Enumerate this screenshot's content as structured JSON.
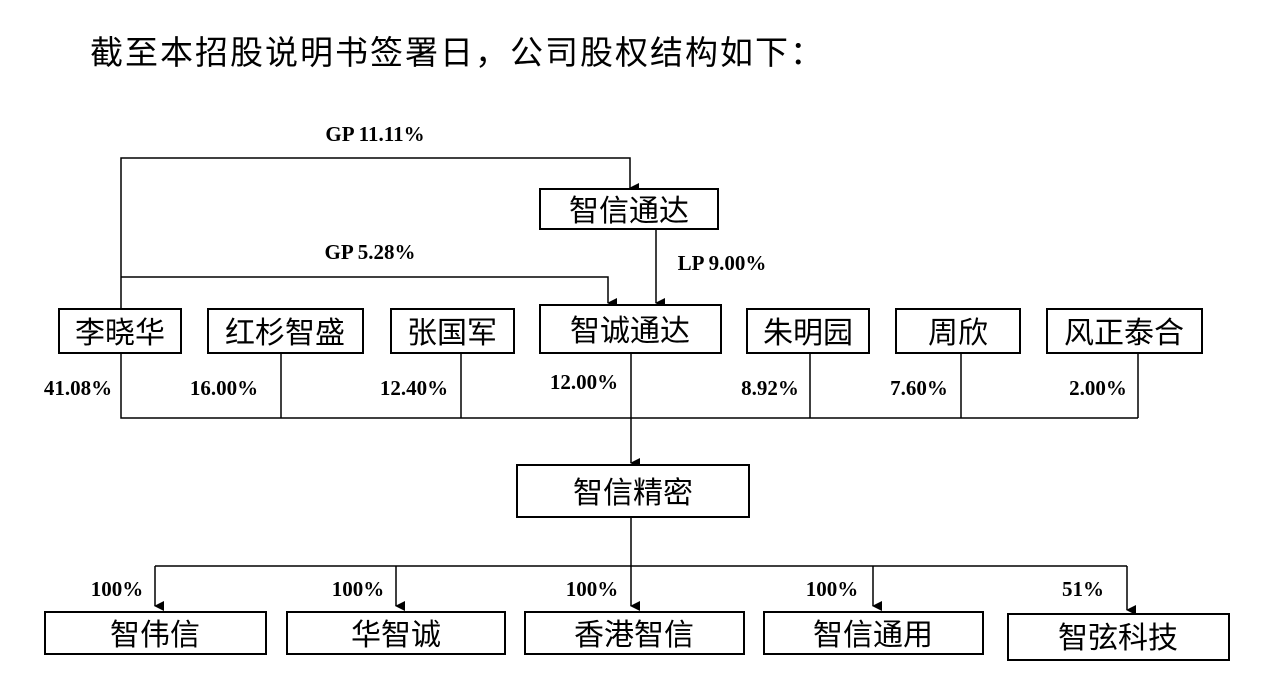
{
  "heading": "截至本招股说明书签署日，公司股权结构如下：",
  "top_entity": "智信通达",
  "gp_top": "GP 11.11%",
  "gp_mid": "GP 5.28%",
  "lp": "LP 9.00%",
  "shareholders": [
    {
      "name": "李晓华",
      "pct": "41.08%"
    },
    {
      "name": "红杉智盛",
      "pct": "16.00%"
    },
    {
      "name": "张国军",
      "pct": "12.40%"
    },
    {
      "name": "智诚通达",
      "pct": "12.00%"
    },
    {
      "name": "朱明园",
      "pct": "8.92%"
    },
    {
      "name": "周欣",
      "pct": "7.60%"
    },
    {
      "name": "风正泰合",
      "pct": "2.00%"
    }
  ],
  "company": "智信精密",
  "subsidiaries": [
    {
      "name": "智伟信",
      "pct": "100%"
    },
    {
      "name": "华智诚",
      "pct": "100%"
    },
    {
      "name": "香港智信",
      "pct": "100%"
    },
    {
      "name": "智信通用",
      "pct": "100%"
    },
    {
      "name": "智弦科技",
      "pct": "51%"
    }
  ]
}
